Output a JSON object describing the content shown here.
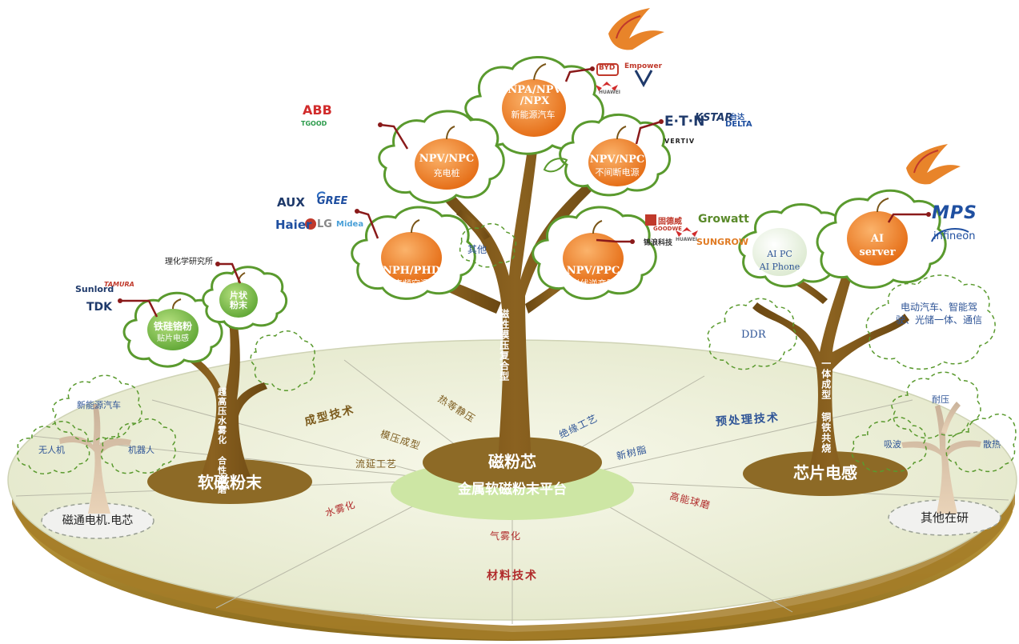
{
  "platform": {
    "core": "磁粉芯",
    "base": "金属软磁粉末平台",
    "left_base": "软磁粉末",
    "right_base": "芯片电感",
    "bottom_left_base": "磁通电机.电芯",
    "bottom_right_base": "其他在研"
  },
  "techniques": {
    "forming": "成型技术",
    "pretreat": "预处理技术",
    "material": "材料技术",
    "hot_press": "热等静压",
    "mold_press": "模压成型",
    "casting": "流延工艺",
    "insulation": "绝缘工艺",
    "resin": "新树脂",
    "water_atom": "水雾化",
    "gas_atom": "气雾化",
    "ball_mill": "高能球磨"
  },
  "main_tree": {
    "trunk": "磁性模压复合型",
    "apples": [
      {
        "code": "NPA/NPV /NPX",
        "app": "新能源汽车"
      },
      {
        "code": "NPV/NPC",
        "app": "充电桩"
      },
      {
        "code": "NPV/NPC",
        "app": "不间断电源"
      },
      {
        "code": "NPH/PHD",
        "app": "变频空调"
      },
      {
        "code": "NPV/PPC",
        "app": "光伏逆变器"
      }
    ],
    "other": "其他"
  },
  "left_tree": {
    "trunk": "超高压水雾化 合性球磨",
    "apple1": {
      "line1": "铁硅铬粉",
      "line2": "贴片电感"
    },
    "apple2": {
      "line1": "片状",
      "line2": "粉末"
    }
  },
  "right_tree": {
    "trunk": "一体成型 铜铁共烧",
    "apple1": {
      "line1": "AI PC",
      "line2": "AI Phone"
    },
    "apple2": {
      "line1": "AI",
      "line2": "server"
    },
    "ddr": "DDR",
    "apps": "电动汽车、智能驾驶、光储一体、通信"
  },
  "small_left_tree": {
    "top": "新能源汽车",
    "left": "无人机",
    "right": "机器人"
  },
  "small_right_tree": {
    "top": "耐压",
    "left": "吸波",
    "right": "散热"
  },
  "logos": {
    "ev": [
      "BYD",
      "Empower",
      "HUAWEI"
    ],
    "ups": [
      "E∙T·N",
      "KSTAR",
      "台达",
      "DELTA",
      "VERTIV"
    ],
    "charging": [
      "ABB",
      "TGOOD"
    ],
    "pv": [
      "固德威",
      "GOODWE",
      "Growatt",
      "HUAWEI",
      "SUNGROW",
      "锦浪科技"
    ],
    "ac": [
      "AUX",
      "GREE",
      "Haier",
      "LG",
      "Midea"
    ],
    "power_left": [
      "理化学研究所",
      "Sunlord",
      "TAMURA",
      "TDK"
    ],
    "chip": [
      "MPS",
      "infineon"
    ]
  },
  "colors": {
    "apple": "#f07d22",
    "apple_green": "#7cc04a",
    "cloud_stroke": "#5a9a2e",
    "trunk": "#7a5518",
    "disk": "#eef1de",
    "soil": "#b08a2c",
    "ellipse_brown": "#8d6a26",
    "ellipse_green": "#cde6a4"
  }
}
